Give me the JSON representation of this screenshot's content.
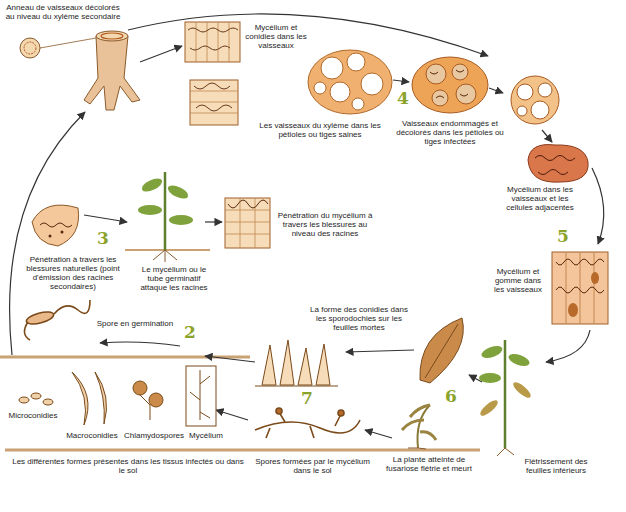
{
  "diagram": {
    "labels": [
      "Anneau de vaisseaux décolorés au niveau du xylème secondaire",
      "Mycélium et conidies dans les vaisseaux",
      "Les vaisseaux du xylème dans les pétioles ou tiges saines",
      "4",
      "Vaisseaux endommagés et décolorés dans les pétioles ou tiges infectées",
      "Pénétration du mycélium à travers les blessures au niveau des racines",
      "3",
      "Pénétration à travers les blessures naturelles (point d'émission des racines secondaires)",
      "Le mycélium ou le tube germinatif attaque les racines",
      "Mycélium dans les vaisseaux et les cellules adjacentes",
      "5",
      "Spore en germination",
      "2",
      "La forme des conidies dans les sporodochies sur les feuilles mortes",
      "Mycélium et gomme dans les vaisseaux",
      "6",
      "Microconidies",
      "Macroconidies",
      "Chlamydospores",
      "Mycélium",
      "Les différentes formes présentes dans les tissus infectés ou dans le sol",
      "7",
      "Spores formées par le mycélium dans le sol",
      "La plante atteinte de fusariose flétrie et meurt",
      "Flétrissement des feuilles inférieurs"
    ]
  }
}
